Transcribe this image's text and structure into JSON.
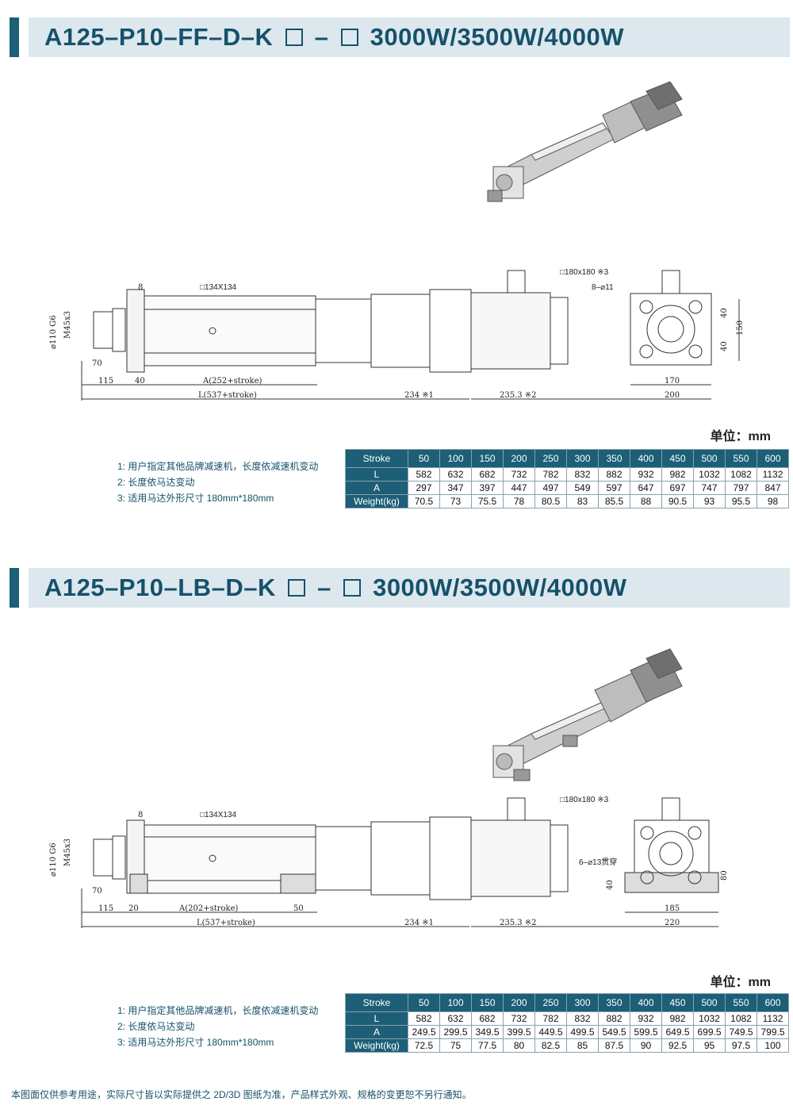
{
  "sections": [
    {
      "title_prefix": "A125–P10–FF–D–K",
      "title_sep": "–",
      "title_suffix": "3000W/3500W/4000W",
      "unit": "单位：mm",
      "notes": [
        "1:  用户指定其他品牌减速机，长度依减速机变动",
        "2:  长度依马达变动",
        "3:  适用马达外形尺寸 180mm*180mm"
      ],
      "dims": {
        "d_flange": "8",
        "sq_body": "□134X134",
        "sq_motor": "□180x180 ※3",
        "holes": "8–⌀11",
        "phi": "⌀110 G6",
        "thread": "M45x3",
        "d70": "70",
        "d115": "115",
        "d40": "40",
        "a_len": "A(252+stroke)",
        "l_len": "L(537+stroke)",
        "d234": "234 ※1",
        "d235": "235.3 ※2",
        "v40a": "40",
        "v40b": "40",
        "v150": "150",
        "h170": "170",
        "h200": "200"
      },
      "table": {
        "header_label": "Stroke",
        "strokes": [
          "50",
          "100",
          "150",
          "200",
          "250",
          "300",
          "350",
          "400",
          "450",
          "500",
          "550",
          "600"
        ],
        "rows": [
          {
            "label": "L",
            "values": [
              "582",
              "632",
              "682",
              "732",
              "782",
              "832",
              "882",
              "932",
              "982",
              "1032",
              "1082",
              "1132"
            ]
          },
          {
            "label": "A",
            "values": [
              "297",
              "347",
              "397",
              "447",
              "497",
              "549",
              "597",
              "647",
              "697",
              "747",
              "797",
              "847"
            ]
          },
          {
            "label": "Weight(kg)",
            "values": [
              "70.5",
              "73",
              "75.5",
              "78",
              "80.5",
              "83",
              "85.5",
              "88",
              "90.5",
              "93",
              "95.5",
              "98"
            ]
          }
        ]
      }
    },
    {
      "title_prefix": "A125–P10–LB–D–K",
      "title_sep": "–",
      "title_suffix": "3000W/3500W/4000W",
      "unit": "单位：mm",
      "notes": [
        "1:  用户指定其他品牌减速机，长度依减速机变动",
        "2:  长度依马达变动",
        "3:  适用马达外形尺寸 180mm*180mm"
      ],
      "dims": {
        "d_flange": "8",
        "sq_body": "□134X134",
        "sq_motor": "□180x180 ※3",
        "holes": "6–⌀13贯穿",
        "phi": "⌀110 G6",
        "thread": "M45x3",
        "d70": "70",
        "d115": "115",
        "d20": "20",
        "d50": "50",
        "a_len": "A(202+stroke)",
        "l_len": "L(537+stroke)",
        "d234": "234 ※1",
        "d235": "235.3 ※2",
        "v40": "40",
        "v80": "80",
        "h185": "185",
        "h220": "220"
      },
      "table": {
        "header_label": "Stroke",
        "strokes": [
          "50",
          "100",
          "150",
          "200",
          "250",
          "300",
          "350",
          "400",
          "450",
          "500",
          "550",
          "600"
        ],
        "rows": [
          {
            "label": "L",
            "values": [
              "582",
              "632",
              "682",
              "732",
              "782",
              "832",
              "882",
              "932",
              "982",
              "1032",
              "1082",
              "1132"
            ]
          },
          {
            "label": "A",
            "values": [
              "249.5",
              "299.5",
              "349.5",
              "399.5",
              "449.5",
              "499.5",
              "549.5",
              "599.5",
              "649.5",
              "699.5",
              "749.5",
              "799.5"
            ]
          },
          {
            "label": "Weight(kg)",
            "values": [
              "72.5",
              "75",
              "77.5",
              "80",
              "82.5",
              "85",
              "87.5",
              "90",
              "92.5",
              "95",
              "97.5",
              "100"
            ]
          }
        ]
      }
    }
  ],
  "footer": "本图面仅供参考用途，实际尺寸皆以实际提供之 2D/3D 图纸为准，产品样式外观、规格的变更恕不另行通知。"
}
